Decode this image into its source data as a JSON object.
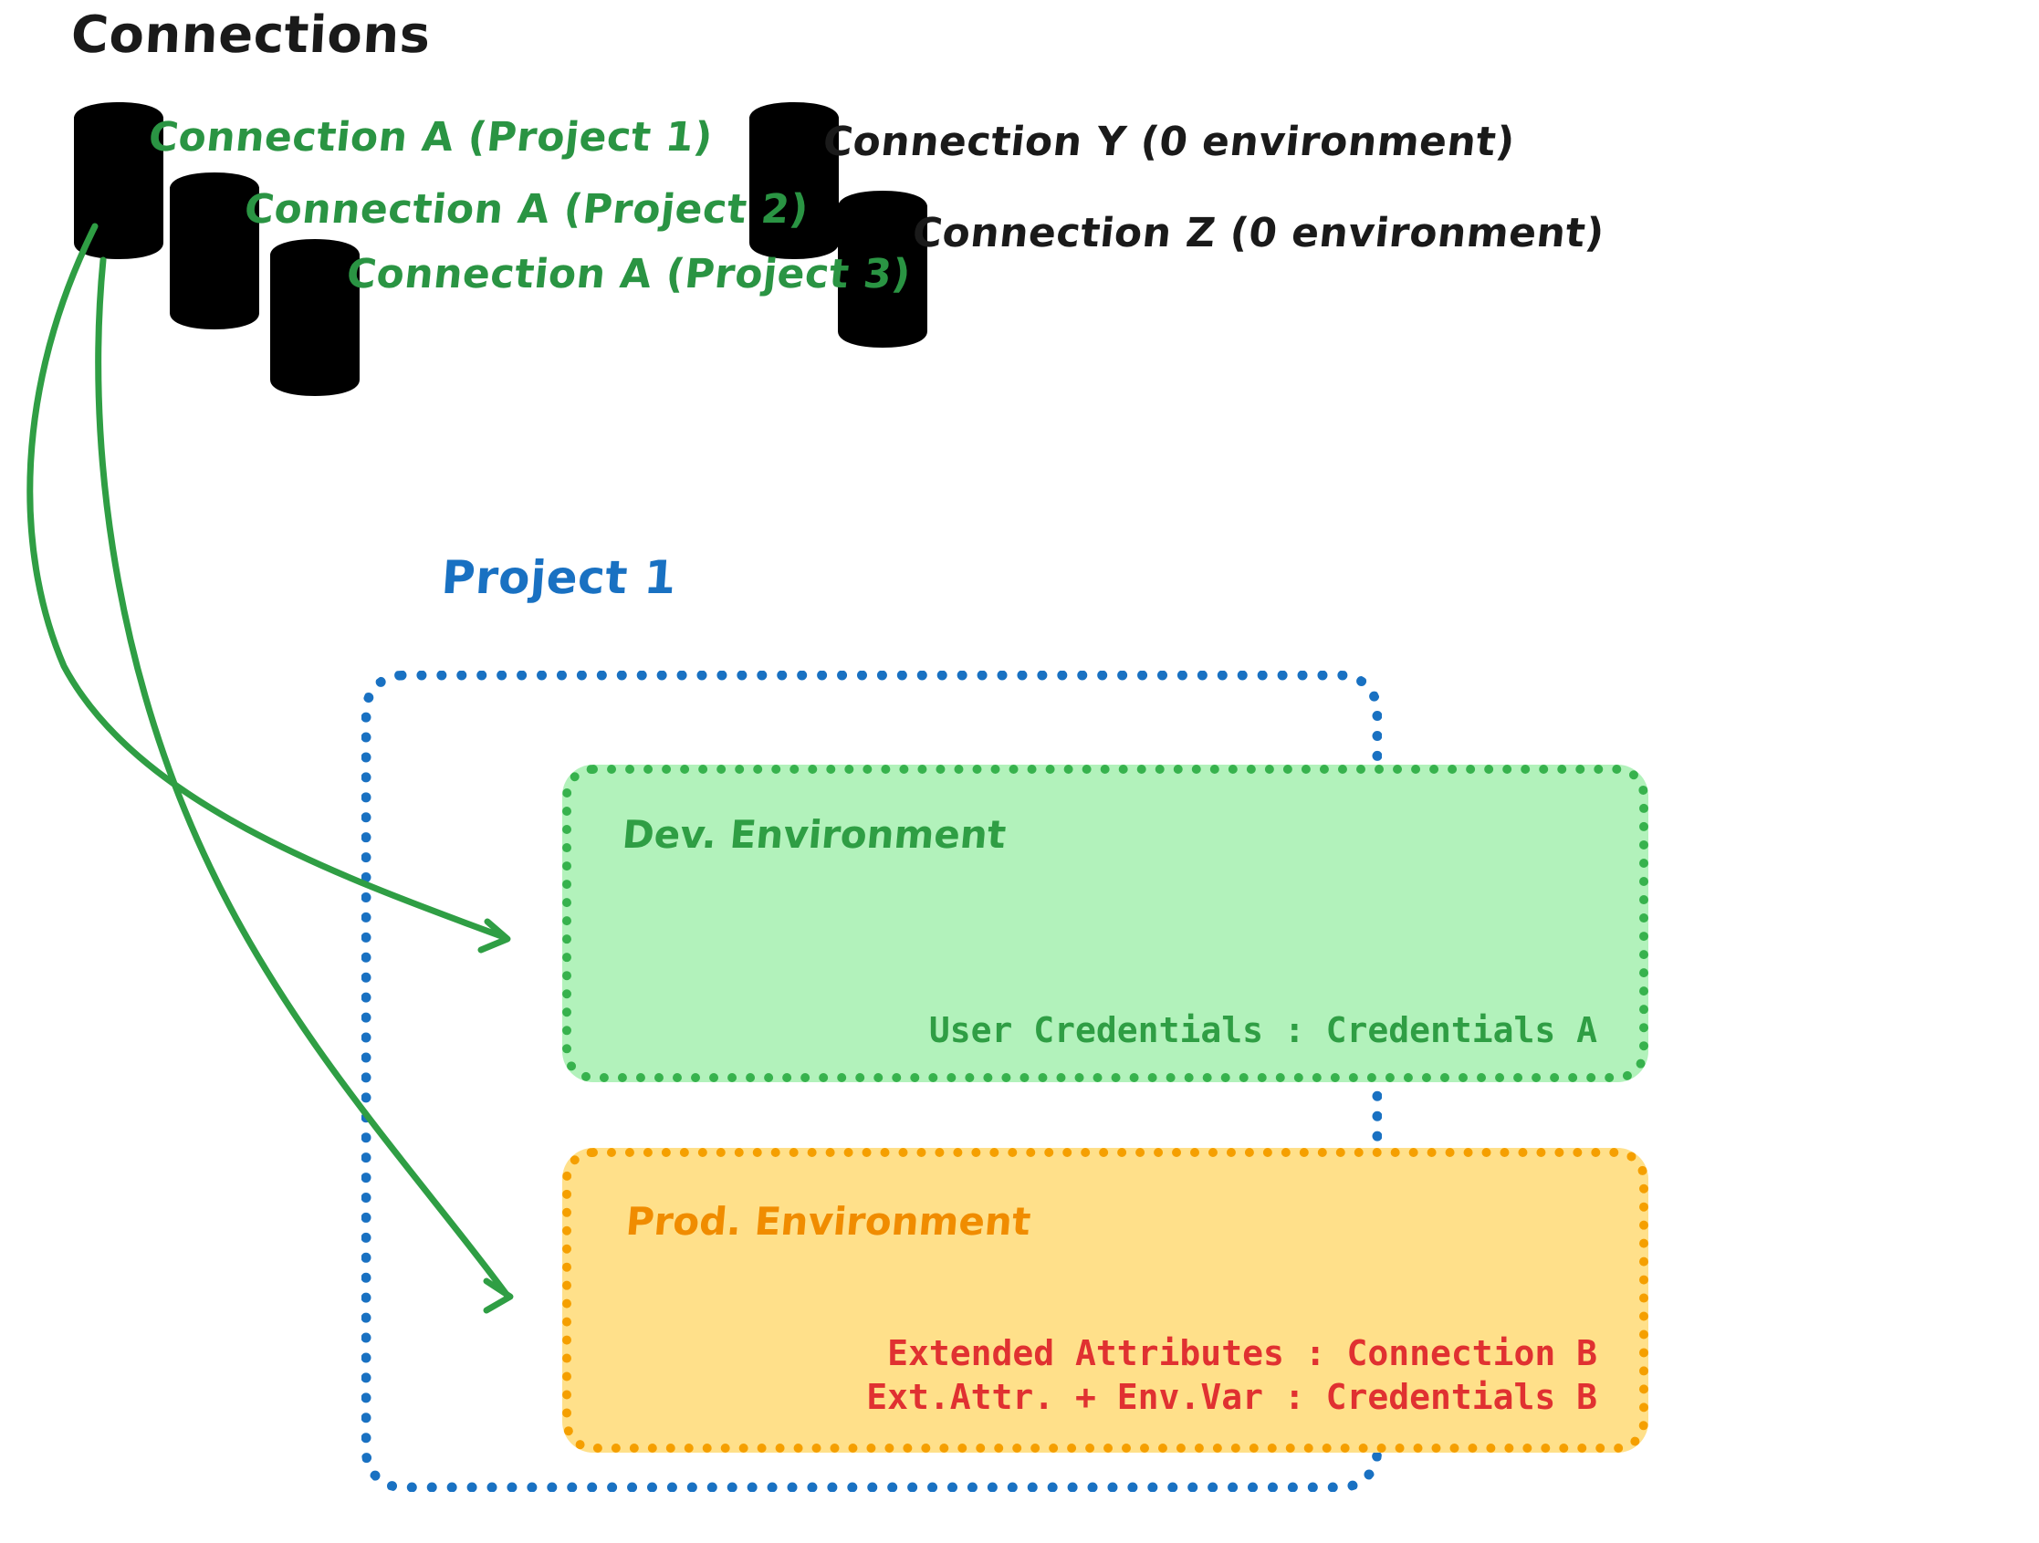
{
  "page": {
    "title": "Connections",
    "background": "#ffffff"
  },
  "colors": {
    "green_stroke": "#2f9e44",
    "green_fill": "#b2f2bb",
    "grey_stroke": "#1a1a1a",
    "grey_fill": "#ced4da",
    "blue": "#1971c2",
    "orange": "#f59f00",
    "orange_text": "#f08c00",
    "red": "#e03131",
    "black": "#1a1a1a"
  },
  "connections": {
    "green": [
      {
        "label": "Connection A (Project 1)",
        "icon": "database-cylinder-icon",
        "color": "#2f9e44"
      },
      {
        "label": "Connection A (Project 2)",
        "icon": "database-cylinder-icon",
        "color": "#2f9e44"
      },
      {
        "label": "Connection A (Project 3)",
        "icon": "database-cylinder-icon",
        "color": "#2f9e44"
      }
    ],
    "grey": [
      {
        "label": "Connection Y (0 environment)",
        "icon": "database-cylinder-icon",
        "color": "#1a1a1a"
      },
      {
        "label": "Connection Z (0 environment)",
        "icon": "database-cylinder-icon",
        "color": "#1a1a1a"
      }
    ]
  },
  "project": {
    "title": "Project 1",
    "environments": [
      {
        "name": "Dev. Environment",
        "rows": [
          {
            "text": "User Credentials : Credentials A",
            "color": "#2f9e44"
          }
        ]
      },
      {
        "name": "Prod. Environment",
        "rows": [
          {
            "text": "Extended Attributes : Connection B",
            "color": "#e03131"
          },
          {
            "text": "Ext.Attr. + Env.Var : Credentials B",
            "color": "#e03131"
          }
        ]
      }
    ]
  },
  "arrows": [
    {
      "from": "Connection A (Project 1)",
      "to": "Dev. Environment"
    },
    {
      "from": "Connection A (Project 1)",
      "to": "Prod. Environment"
    }
  ]
}
